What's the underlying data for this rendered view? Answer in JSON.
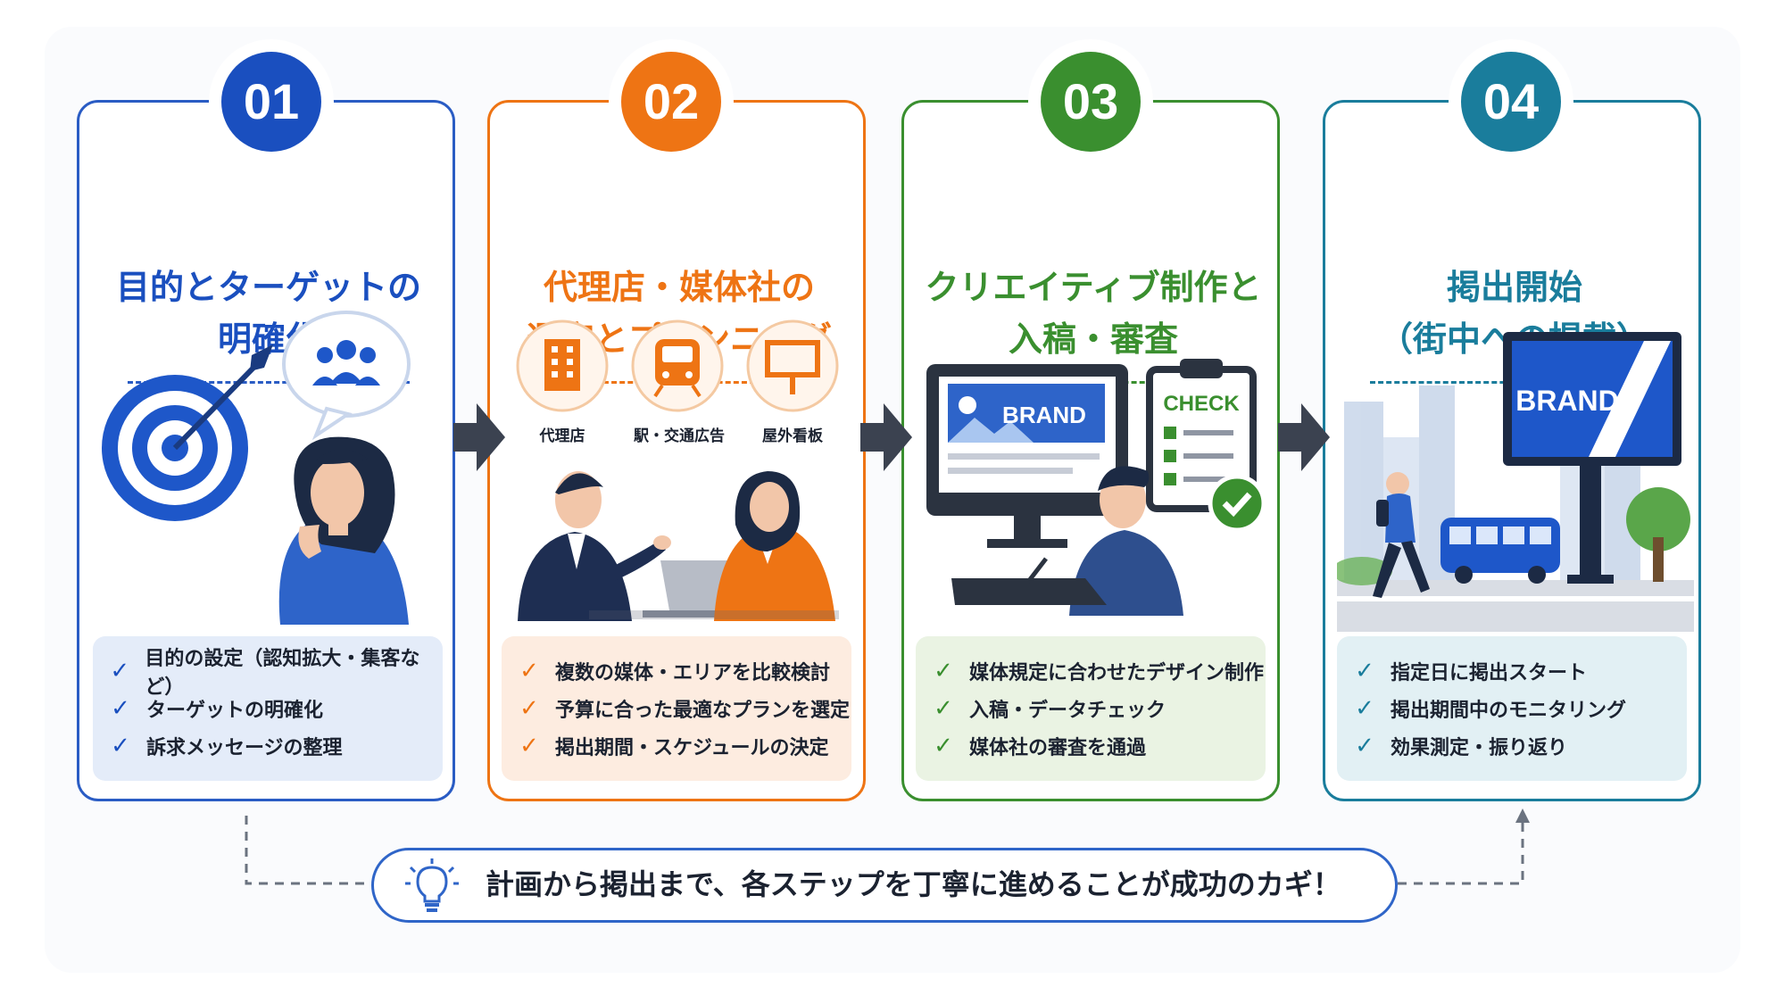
{
  "steps": [
    {
      "number": "01",
      "title_line1": "目的とターゲットの",
      "title_line2": "明確化",
      "color": "#1a4fbf",
      "checks": [
        "目的の設定（認知拡大・集客など）",
        "ターゲットの明確化",
        "訴求メッセージの整理"
      ]
    },
    {
      "number": "02",
      "title_line1": "代理店・媒体社の",
      "title_line2": "選定とプランニング",
      "color": "#ee7414",
      "icon_labels": [
        "代理店",
        "駅・交通広告",
        "屋外看板"
      ],
      "checks": [
        "複数の媒体・エリアを比較検討",
        "予算に合った最適なプランを選定",
        "掲出期間・スケジュールの決定"
      ]
    },
    {
      "number": "03",
      "title_line1": "クリエイティブ制作と",
      "title_line2": "入稿・審査",
      "color": "#3a8f2f",
      "monitor_text": "BRAND",
      "clipboard_text": "CHECK",
      "checks": [
        "媒体規定に合わせたデザイン制作",
        "入稿・データチェック",
        "媒体社の審査を通過"
      ]
    },
    {
      "number": "04",
      "title_line1": "掲出開始",
      "title_line2": "（街中への掲載）",
      "color": "#1a7d9c",
      "billboard_text": "BRAND",
      "checks": [
        "指定日に掲出スタート",
        "掲出期間中のモニタリング",
        "効果測定・振り返り"
      ]
    }
  ],
  "footer": {
    "text": "計画から掲出まで、各ステップを丁寧に進めることが成功のカギ！",
    "icon": "lightbulb-icon"
  }
}
